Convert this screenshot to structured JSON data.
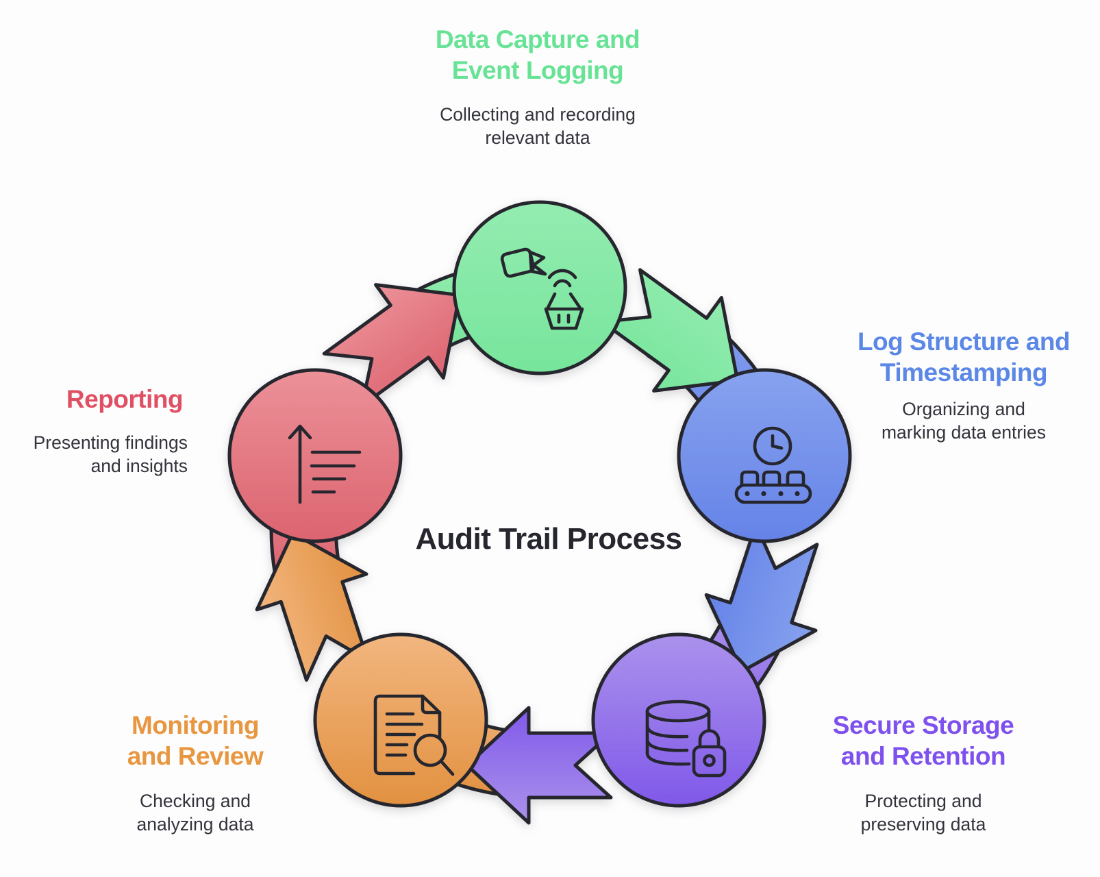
{
  "title": "Audit Trail Process",
  "colors": {
    "background": "#fdfdfe",
    "ink": "#26262e",
    "body_text": "#32333b"
  },
  "stages": [
    {
      "name": "Data Capture and Event Logging",
      "label": "Data Capture and\nEvent Logging",
      "desc": "Collecting and recording\nrelevant data",
      "heading_color": "#68e396",
      "color_light": "#93ecb0",
      "color": "#77e59c",
      "icon": "video-capture-icon"
    },
    {
      "name": "Log Structure and Timestamping",
      "label": "Log Structure and\nTimestamping",
      "desc": "Organizing and\nmarking data entries",
      "heading_color": "#5b87e6",
      "color_light": "#87a2ee",
      "color": "#6583e8",
      "icon": "clock-conveyor-icon"
    },
    {
      "name": "Secure Storage and Retention",
      "label": "Secure Storage\nand Retention",
      "desc": "Protecting and\npreserving data",
      "heading_color": "#7e51ee",
      "color_light": "#ab92ec",
      "color": "#8059e9",
      "icon": "database-lock-icon"
    },
    {
      "name": "Monitoring and Review",
      "label": "Monitoring\nand Review",
      "desc": "Checking and\nanalyzing data",
      "heading_color": "#e8963f",
      "color_light": "#f2b67f",
      "color": "#e29140",
      "icon": "document-search-icon"
    },
    {
      "name": "Reporting",
      "label": "Reporting",
      "desc": "Presenting findings\nand insights",
      "heading_color": "#e14f63",
      "color_light": "#ec9198",
      "color": "#dc6470",
      "icon": "report-chart-icon"
    }
  ]
}
